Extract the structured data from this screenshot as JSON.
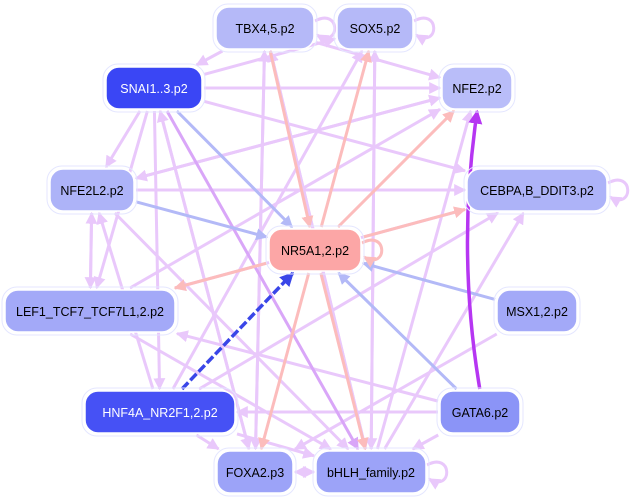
{
  "title": "Transcription factor regulatory network",
  "colors": {
    "background": "#ffffff",
    "node_dark_blue": "#3a46f5",
    "node_mid_blue": "#8b94f7",
    "node_light_blue": "#adb3f8",
    "node_lighter_blue": "#b9bdf9",
    "node_salmon": "#fca6a6",
    "edge_lavender": "#e9c8fb",
    "edge_pink": "#fcbcbc",
    "edge_periwinkle": "#b3b9f7",
    "edge_violet": "#b636f2",
    "edge_blue": "#3a46e8",
    "label_dark": "#000000",
    "label_light": "#ffffff"
  },
  "nodes": [
    {
      "id": "TBX45",
      "label": "TBX4,5.p2",
      "fill": "#b5b9f8",
      "text": "#000000"
    },
    {
      "id": "SOX5",
      "label": "SOX5.p2",
      "fill": "#b5b9f8",
      "text": "#000000"
    },
    {
      "id": "SNAI",
      "label": "SNAI1..3.p2",
      "fill": "#3a46f5",
      "text": "#ffffff"
    },
    {
      "id": "NFE2",
      "label": "NFE2.p2",
      "fill": "#b9bdf9",
      "text": "#000000"
    },
    {
      "id": "NFE2L2",
      "label": "NFE2L2.p2",
      "fill": "#adb3f8",
      "text": "#000000"
    },
    {
      "id": "CEBPA",
      "label": "CEBPA,B_DDIT3.p2",
      "fill": "#adb3f8",
      "text": "#000000"
    },
    {
      "id": "NR5A1",
      "label": "NR5A1,2.p2",
      "fill": "#fca6a6",
      "text": "#000000"
    },
    {
      "id": "LEF1",
      "label": "LEF1_TCF7_TCF7L1,2.p2",
      "fill": "#a3a9f8",
      "text": "#000000"
    },
    {
      "id": "MSX",
      "label": "MSX1,2.p2",
      "fill": "#a3a9f8",
      "text": "#000000"
    },
    {
      "id": "HNF4A",
      "label": "HNF4A_NR2F1,2.p2",
      "fill": "#4651f5",
      "text": "#ffffff"
    },
    {
      "id": "GATA6",
      "label": "GATA6.p2",
      "fill": "#8b94f7",
      "text": "#000000"
    },
    {
      "id": "FOXA2",
      "label": "FOXA2.p3",
      "fill": "#9ca3f8",
      "text": "#000000"
    },
    {
      "id": "BHLH",
      "label": "bHLH_family.p2",
      "fill": "#9ca3f8",
      "text": "#000000"
    }
  ],
  "edges": [
    {
      "from": "SNAI",
      "to": "NR5A1",
      "color": "#b3b9f7"
    },
    {
      "from": "NFE2L2",
      "to": "NR5A1",
      "color": "#b3b9f7"
    },
    {
      "from": "MSX",
      "to": "NR5A1",
      "color": "#b3b9f7"
    },
    {
      "from": "GATA6",
      "to": "NR5A1",
      "color": "#b3b9f7"
    },
    {
      "from": "HNF4A",
      "to": "NR5A1",
      "color": "#3a46e8",
      "dashed": true
    },
    {
      "from": "GATA6",
      "to": "NFE2",
      "color": "#b636f2",
      "curved": true
    },
    {
      "from": "NR5A1",
      "to": "SOX5",
      "color": "#fcbcbc"
    },
    {
      "from": "NR5A1",
      "to": "CEBPA",
      "color": "#fcbcbc"
    },
    {
      "from": "NR5A1",
      "to": "NFE2",
      "color": "#fcbcbc"
    },
    {
      "from": "NR5A1",
      "to": "LEF1",
      "color": "#fcbcbc"
    },
    {
      "from": "NR5A1",
      "to": "FOXA2",
      "color": "#fcbcbc"
    },
    {
      "from": "NR5A1",
      "to": "BHLH",
      "color": "#fcbcbc"
    },
    {
      "from": "TBX45",
      "to": "NR5A1",
      "color": "#fcbcbc"
    },
    {
      "from": "SOX5",
      "to": "BHLH",
      "color": "#e9c8fb"
    },
    {
      "from": "TBX45",
      "to": "FOXA2",
      "color": "#e9c8fb"
    },
    {
      "from": "TBX45",
      "to": "BHLH",
      "color": "#e9c8fb"
    },
    {
      "from": "TBX45",
      "to": "NFE2",
      "color": "#e9c8fb"
    },
    {
      "from": "TBX45",
      "to": "SNAI",
      "color": "#e9c8fb"
    },
    {
      "from": "SNAI",
      "to": "NFE2",
      "color": "#e9c8fb"
    },
    {
      "from": "SNAI",
      "to": "CEBPA",
      "color": "#e9c8fb"
    },
    {
      "from": "SNAI",
      "to": "NFE2L2",
      "color": "#e9c8fb"
    },
    {
      "from": "SNAI",
      "to": "LEF1",
      "color": "#e9c8fb"
    },
    {
      "from": "SNAI",
      "to": "FOXA2",
      "color": "#e9c8fb"
    },
    {
      "from": "SNAI",
      "to": "BHLH",
      "color": "#d9a6f8"
    },
    {
      "from": "SNAI",
      "to": "HNF4A",
      "color": "#e9c8fb"
    },
    {
      "from": "SNAI",
      "to": "SOX5",
      "color": "#e9c8fb"
    },
    {
      "from": "NFE2L2",
      "to": "CEBPA",
      "color": "#e9c8fb"
    },
    {
      "from": "NFE2L2",
      "to": "NFE2",
      "color": "#e9c8fb"
    },
    {
      "from": "NFE2L2",
      "to": "LEF1",
      "color": "#e9c8fb"
    },
    {
      "from": "NFE2L2",
      "to": "BHLH",
      "color": "#e9c8fb"
    },
    {
      "from": "LEF1",
      "to": "NFE2",
      "color": "#e9c8fb"
    },
    {
      "from": "LEF1",
      "to": "BHLH",
      "color": "#e9c8fb"
    },
    {
      "from": "LEF1",
      "to": "NFE2L2",
      "color": "#e9c8fb"
    },
    {
      "from": "HNF4A",
      "to": "CEBPA",
      "color": "#e9c8fb"
    },
    {
      "from": "HNF4A",
      "to": "SOX5",
      "color": "#e9c8fb"
    },
    {
      "from": "HNF4A",
      "to": "BHLH",
      "color": "#e9c8fb"
    },
    {
      "from": "HNF4A",
      "to": "FOXA2",
      "color": "#e9c8fb"
    },
    {
      "from": "HNF4A",
      "to": "NFE2L2",
      "color": "#e9c8fb"
    },
    {
      "from": "GATA6",
      "to": "HNF4A",
      "color": "#e9c8fb"
    },
    {
      "from": "GATA6",
      "to": "BHLH",
      "color": "#e9c8fb"
    },
    {
      "from": "GATA6",
      "to": "LEF1",
      "color": "#e9c8fb"
    },
    {
      "from": "MSX",
      "to": "FOXA2",
      "color": "#e9c8fb"
    },
    {
      "from": "BHLH",
      "to": "FOXA2",
      "color": "#e9c8fb"
    },
    {
      "from": "BHLH",
      "to": "CEBPA",
      "color": "#e9c8fb"
    },
    {
      "from": "BHLH",
      "to": "NFE2",
      "color": "#e9c8fb"
    },
    {
      "from": "BHLH",
      "to": "SOX5",
      "color": "#e9c8fb"
    },
    {
      "from": "BHLH",
      "to": "TBX45",
      "color": "#e9c8fb"
    },
    {
      "from": "FOXA2",
      "to": "TBX45",
      "color": "#e9c8fb"
    },
    {
      "from": "FOXA2",
      "to": "BHLH",
      "color": "#e9c8fb"
    },
    {
      "from": "FOXA2",
      "to": "SNAI",
      "color": "#e9c8fb"
    },
    {
      "from": "CEBPA",
      "to": "LEF1",
      "color": "#e9c8fb"
    },
    {
      "from": "NFE2",
      "to": "NFE2L2",
      "color": "#e9c8fb"
    }
  ],
  "self_loops": [
    "TBX45",
    "SOX5",
    "CEBPA",
    "NR5A1",
    "BHLH"
  ]
}
